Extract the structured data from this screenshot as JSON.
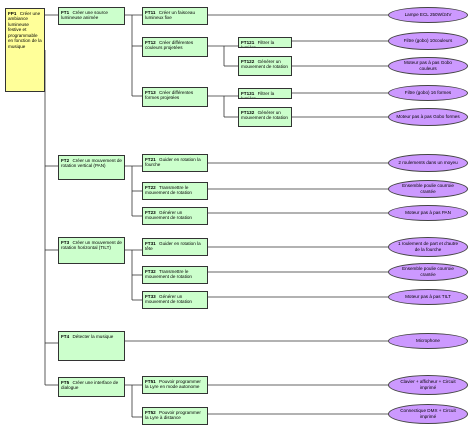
{
  "root": {
    "code": "FP1",
    "label": "Créer une ambiance lumineuse festive et programmable en fonction de la musique"
  },
  "ft1": {
    "code": "FT1",
    "label": "Créer une source lumineuse animée"
  },
  "ft11": {
    "code": "FT11",
    "label": "Créer un faisceau lumineux fixe"
  },
  "ft12": {
    "code": "FT12",
    "label": "Créer différentes couleurs projetées"
  },
  "ft121": {
    "code": "FT121",
    "label": "Filtrer la lumière"
  },
  "ft122": {
    "code": "FT122",
    "label": "Générer un mouvement de rotation"
  },
  "ft13": {
    "code": "FT13",
    "label": "Créer différentes formes projetées"
  },
  "ft131": {
    "code": "FT131",
    "label": "Filtrer la lumière"
  },
  "ft132": {
    "code": "FT132",
    "label": "Générer un mouvement de rotation"
  },
  "ft2": {
    "code": "FT2",
    "label": "Créer un mouvement de rotation vertical (PAN)"
  },
  "ft21": {
    "code": "FT21",
    "label": "Guider en rotation la fourche"
  },
  "ft22": {
    "code": "FT22",
    "label": "Transmettre le mouvement de rotation"
  },
  "ft23": {
    "code": "FT23",
    "label": "Générer un mouvement de rotation"
  },
  "ft3": {
    "code": "FT3",
    "label": "Créer un mouvement de rotation horizontal (TILT)"
  },
  "ft31": {
    "code": "FT31",
    "label": "Guider en rotation la tête"
  },
  "ft32": {
    "code": "FT32",
    "label": "Transmettre le mouvement de rotation"
  },
  "ft33": {
    "code": "FT33",
    "label": "Générer un mouvement de rotation"
  },
  "ft4": {
    "code": "FT4",
    "label": "Détecter la musique"
  },
  "ft5": {
    "code": "FT5",
    "label": "Créer une interface de dialogue"
  },
  "ft51": {
    "code": "FT51",
    "label": "Pouvoir programmer la Lyre en mode autonome"
  },
  "ft52": {
    "code": "FT52",
    "label": "Pouvoir programmer la Lyre à distance"
  },
  "solutions": {
    "s1": "Lampe ECL 250W/24V",
    "s2": "Filtre (gobo) 10couleurs",
    "s3": "Moteur pas à pas Gobo couleurs",
    "s4": "Filtre (gobo) 16 formes",
    "s5": "Moteur pas à pas Gobo formes",
    "s6": "2 roulements dans un moyeu",
    "s7": "Ensemble poulie courroie crantée",
    "s8": "Moteur pas à pas PAN",
    "s9": "1 roulement de part et d'autre de la fourche",
    "s10": "Ensemble poulie courroie crantée",
    "s11": "Moteur pas à pas TILT",
    "s12": "Microphone",
    "s13": "Clavier + afficheur + Circuit imprimé",
    "s14": "Connectique DMX + Circuit imprimé"
  },
  "colors": {
    "function_box": "#ccffcc",
    "root_box": "#ffff99",
    "solution_oval": "#cc99ff",
    "line": "#333333"
  }
}
